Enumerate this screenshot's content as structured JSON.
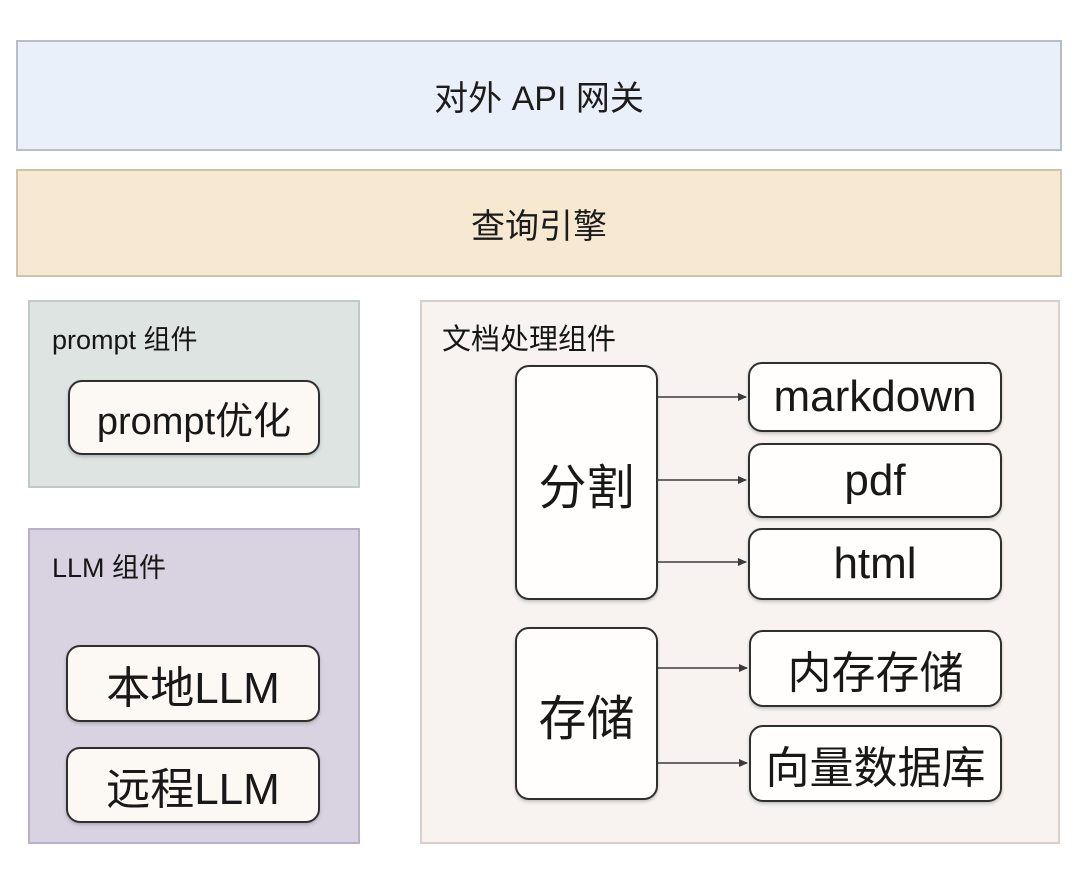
{
  "diagram": {
    "api_gateway": {
      "label": "对外 API 网关",
      "bg": "#eaf0fa"
    },
    "query_engine": {
      "label": "查询引擎",
      "bg": "#f6e8d1"
    },
    "prompt_component": {
      "label": "prompt 组件",
      "bg": "#dde4e2",
      "items": [
        {
          "label": "prompt优化"
        }
      ]
    },
    "llm_component": {
      "label": "LLM 组件",
      "bg": "#d9d3e1",
      "items": [
        {
          "label": "本地LLM"
        },
        {
          "label": "远程LLM"
        }
      ]
    },
    "doc_component": {
      "label": "文档处理组件",
      "bg": "#f8f3f0",
      "split": {
        "source": "分割",
        "targets": [
          "markdown",
          "pdf",
          "html"
        ]
      },
      "storage": {
        "source": "存储",
        "targets": [
          "内存存储",
          "向量数据库"
        ]
      }
    },
    "colors": {
      "node_bg": "#fffefd",
      "node_border": "#2f2f2f",
      "arrow": "#3a3a3a",
      "text": "#1a1a1a"
    }
  }
}
